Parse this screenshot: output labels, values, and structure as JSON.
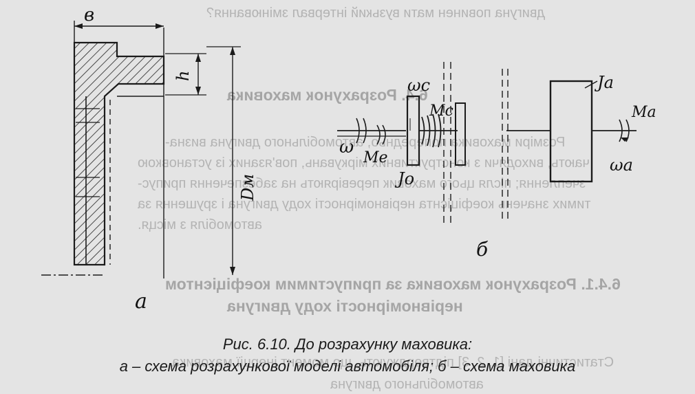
{
  "figure": {
    "caption_line1": "Рис. 6.10. До розрахунку маховика:",
    "caption_line2": "а – схема розрахункової моделі автомобіля; б – схема маховика"
  },
  "diagram_a": {
    "label": "а",
    "dim_width": "в",
    "dim_height": "h",
    "dim_diameter": "Dм"
  },
  "diagram_b": {
    "label": "б",
    "omega": "ω",
    "M_e": "Mе",
    "omega_c": "ωс",
    "M_c": "Mс",
    "J_o": "Jо",
    "J_a": "Jа",
    "M_a": "Mа",
    "omega_a": "ωа"
  },
  "bleed_through": {
    "line_top": "двигуна повинен мати вузький інтервал змінювання?",
    "heading_section": "6.4. Розрахунок маховика",
    "body_line1": "Розміри маховика попередньо, автомобільного двигуна визна-",
    "body_line2": "чають, виходячи з конструктивних міркувань, пов'язаних із установкою",
    "body_line3": "зчеплення; після цього маховик перевіряють на забезпечення припус-",
    "body_line4": "тимих значень коефіцієнта нерівномірності ходу двигуна і зрушення за",
    "body_line5": "автомобіля з місця.",
    "heading_subsection_1": "6.4.1. Розрахунок маховика за припустимим коефіцієнтом",
    "heading_subsection_2": "нерівномірності ходу двигуна",
    "body_bottom": "Статистичні дані [1, 2, 3] підтверджують, що момент інерції маховика",
    "body_bottom2": "автомобільного двигуна"
  }
}
